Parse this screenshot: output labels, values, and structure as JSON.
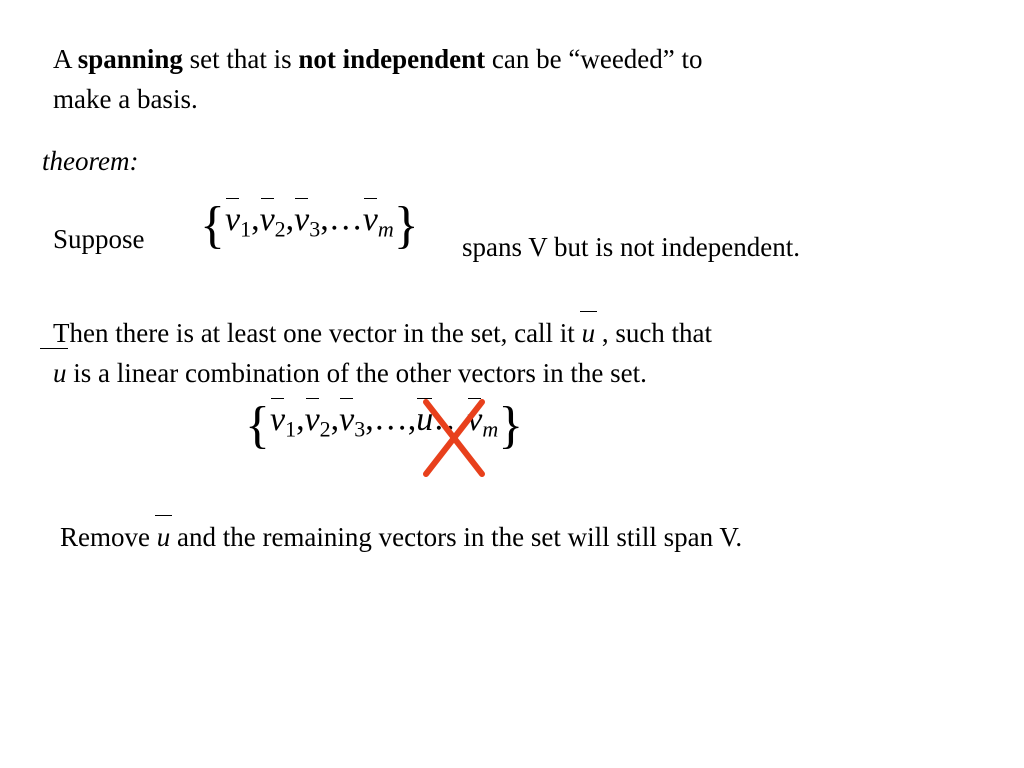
{
  "intro": {
    "t1": "A ",
    "b1": "spanning",
    "t2": " set that is ",
    "b2": "not independent",
    "t3": " can be “weeded” to",
    "t4": "make a basis."
  },
  "theorem_label": "theorem:",
  "suppose": {
    "word": "Suppose",
    "set_left_brace": "{",
    "v": "v",
    "sub1": "1",
    "sub2": "2",
    "sub3": "3",
    "subm": "m",
    "comma": ",",
    "ellipsis": "…",
    "set_right_brace": "}",
    "tail": "spans V but is not independent."
  },
  "then": {
    "t1": "Then there is at least one vector in the set, call it ",
    "u": "u",
    "t2": " , such that",
    "u2": "u",
    "t3": " is a linear combination of the other vectors in the set."
  },
  "set2": {
    "left_brace": "{",
    "v": "v",
    "sub1": "1",
    "sub2": "2",
    "sub3": "3",
    "subm": "m",
    "comma": ",",
    "ellipsis": "…",
    "u": "u",
    "right_brace": "}"
  },
  "remove": {
    "t1": "Remove ",
    "u": "u",
    "t2": " and the remaining vectors in the set will still span V."
  },
  "colors": {
    "text": "#000000",
    "cross": "#e8401c",
    "background": "#ffffff"
  }
}
